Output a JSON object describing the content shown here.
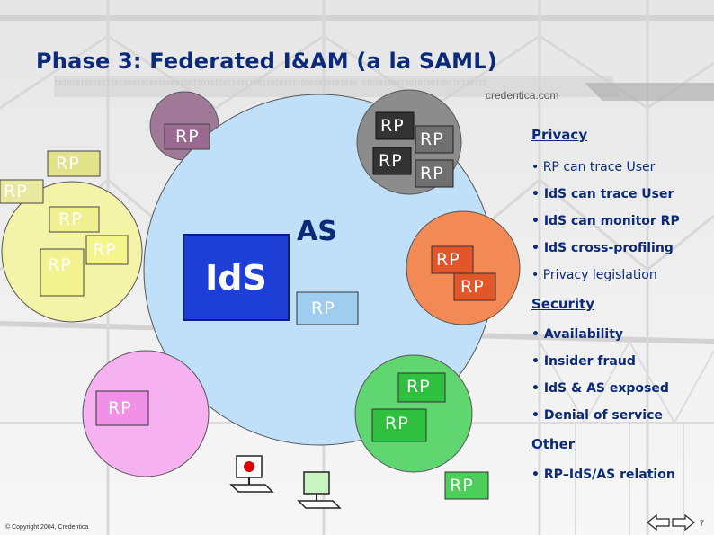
{
  "title": "Phase 3: Federated I&AM (a la SAML)",
  "brand": "credentica.com",
  "binary_text": "1010101001011101000101001000010011010110110111001101010110001010101010 0101010001001010010011011011101001001001010111111011100101011000101",
  "diagram": {
    "center": "IdS",
    "as_label": "AS",
    "rp_label": "RP"
  },
  "panel": {
    "privacy": {
      "heading": "Privacy",
      "items": [
        "• RP can trace User",
        "• IdS can trace User",
        "• IdS can monitor RP",
        "• IdS cross-profiling",
        "• Privacy legislation"
      ]
    },
    "security": {
      "heading": "Security",
      "items": [
        "• Availability",
        "• Insider fraud",
        "• IdS & AS exposed",
        "• Denial of service"
      ]
    },
    "other": {
      "heading": "Other",
      "items": [
        "• RP–IdS/AS relation"
      ]
    }
  },
  "footer": {
    "copyright": "© Copyright 2004, Credentica",
    "page": "7"
  },
  "colors": {
    "title": "#0b2a7a",
    "central_circle": "#bfe0f8",
    "ids_box": "#1e3fd6"
  },
  "icons": [
    "left-arrow-icon",
    "right-arrow-icon",
    "computer-icon",
    "computer-icon"
  ]
}
